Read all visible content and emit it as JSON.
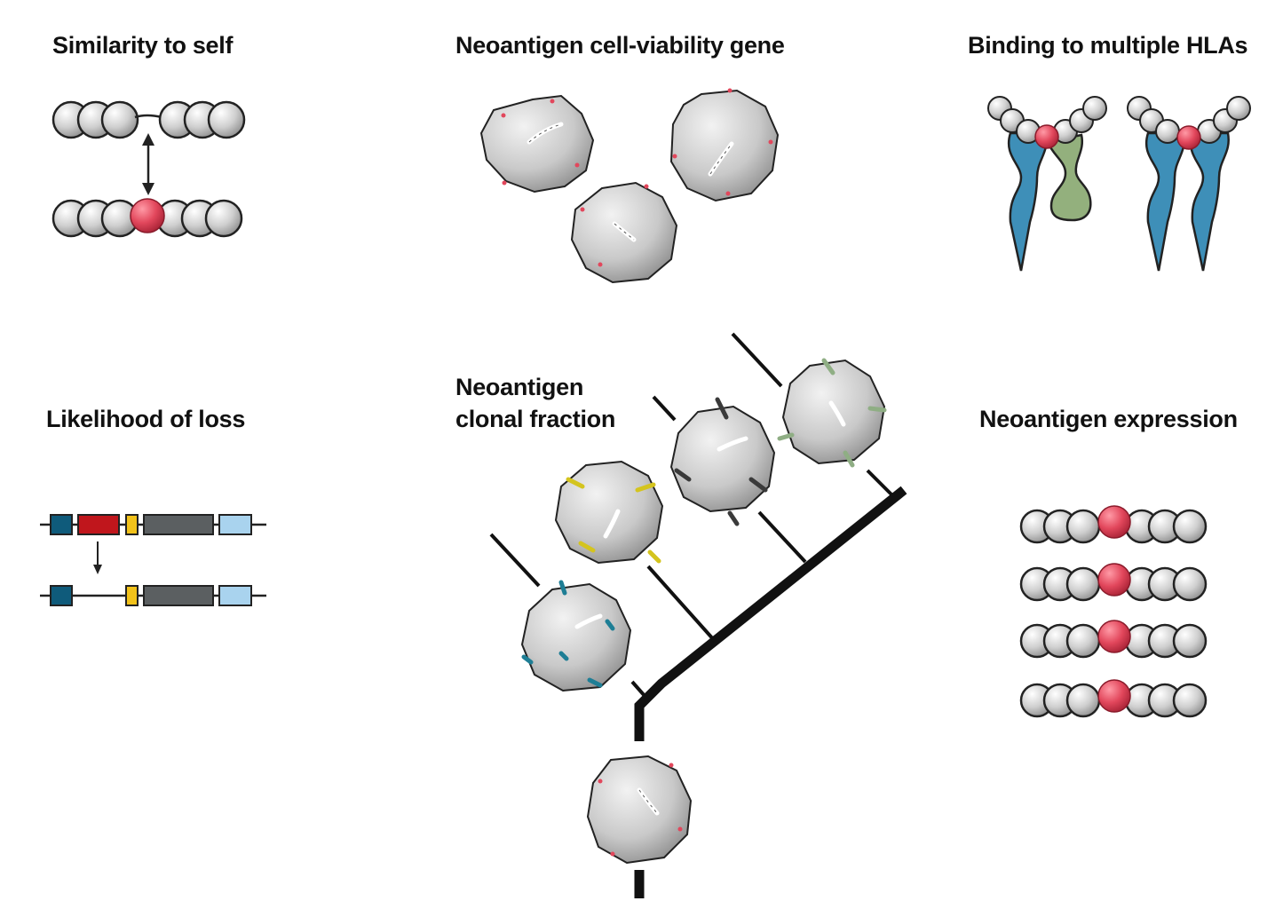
{
  "labels": {
    "similarity": "Similarity to self",
    "viability": "Neoantigen cell-viability gene",
    "hla": "Binding to multiple HLAs",
    "loss": "Likelihood of loss",
    "clonal_line1": "Neoantigen",
    "clonal_line2": "clonal fraction",
    "expression": "Neoantigen expression"
  },
  "colors": {
    "bead": "#cfcfcf",
    "bead_stroke": "#222222",
    "neo": "#e2475c",
    "hla_blue": "#3e8fb8",
    "hla_green": "#93b07d",
    "exon_teal": "#0f5b7b",
    "exon_red": "#c0161c",
    "exon_yellow": "#f2c21a",
    "exon_gray": "#5b5f61",
    "exon_lightblue": "#a9d3ee",
    "cell": "#c8c8c8",
    "tree": "#111111",
    "clone_yellow": "#d4c41e",
    "clone_dark": "#3a3a3a",
    "clone_green": "#8fae84",
    "clone_teal": "#1e7e95"
  }
}
